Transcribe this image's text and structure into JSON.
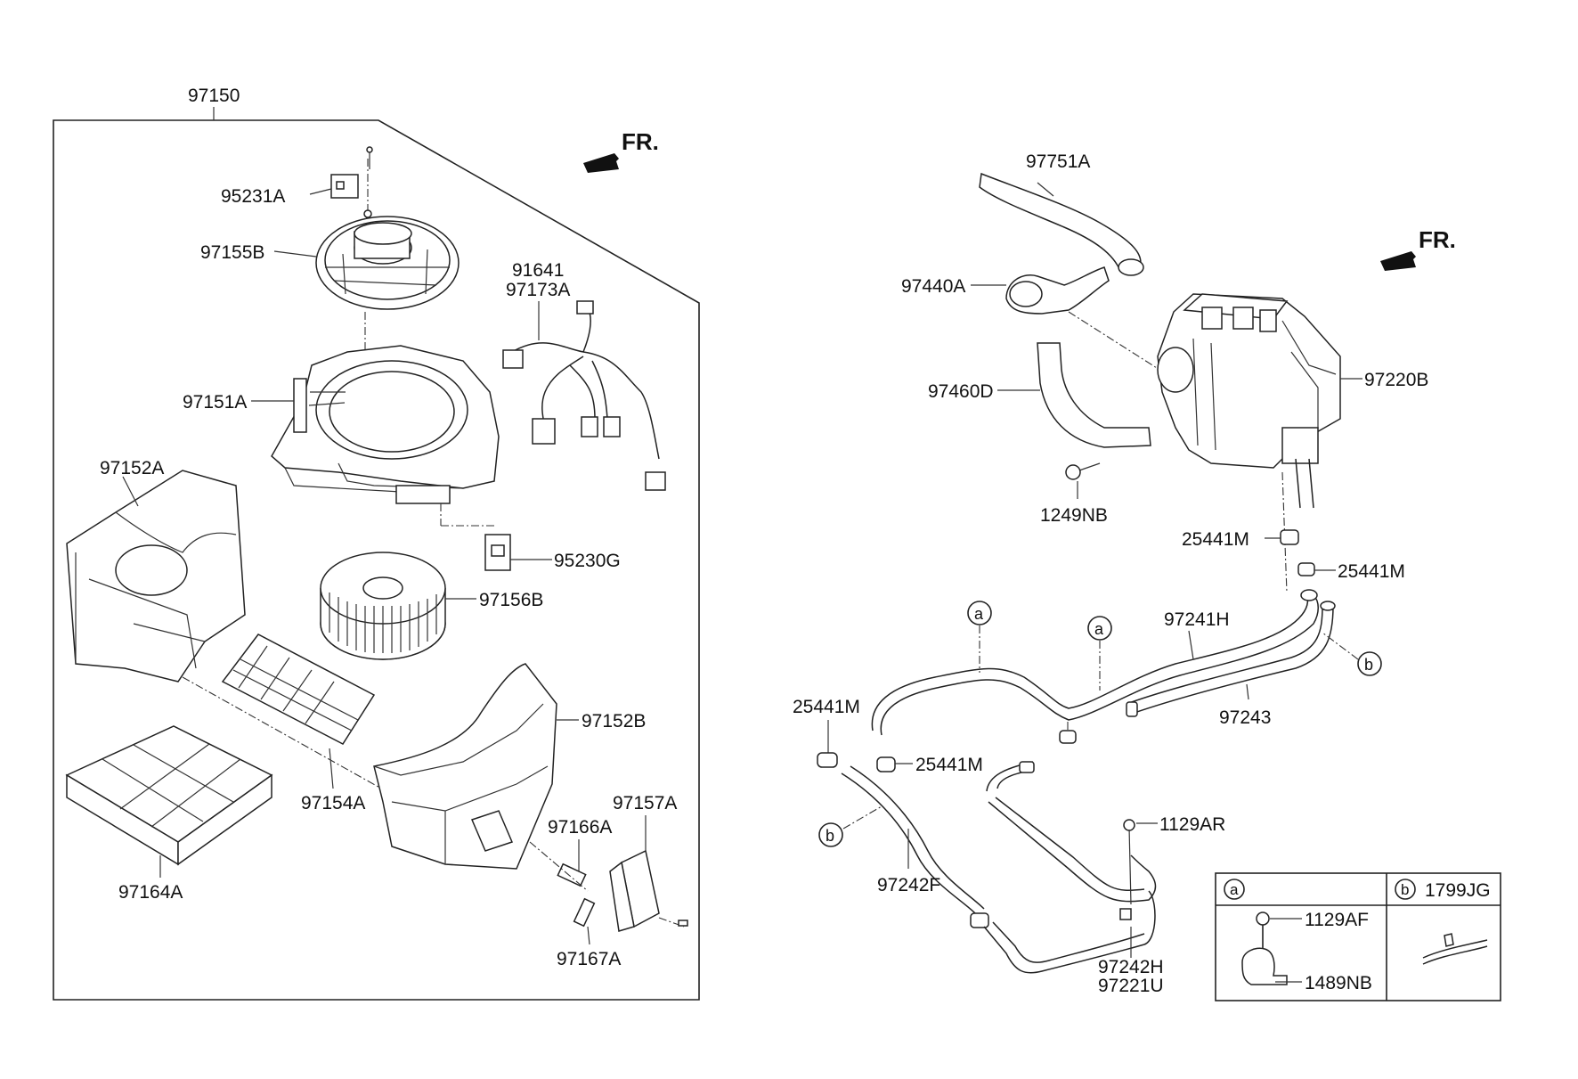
{
  "front_marker": "FR.",
  "assembly": {
    "main_label": "97150",
    "callouts": {
      "c95231A": "95231A",
      "c97155B": "97155B",
      "c91641": "91641",
      "c97173A": "97173A",
      "c97151A": "97151A",
      "c97152A": "97152A",
      "c95230G": "95230G",
      "c97156B": "97156B",
      "c97152B": "97152B",
      "c97154A": "97154A",
      "c97157A": "97157A",
      "c97166A": "97166A",
      "c97164A": "97164A",
      "c97167A": "97167A"
    }
  },
  "hvac": {
    "callouts": {
      "c97751A": "97751A",
      "c97440A": "97440A",
      "c97460D": "97460D",
      "c97220B": "97220B",
      "c1249NB": "1249NB",
      "c25441M_1": "25441M",
      "c25441M_2": "25441M",
      "c25441M_3": "25441M",
      "c25441M_4": "25441M",
      "c97241H": "97241H",
      "c97243": "97243",
      "c1129AR": "1129AR",
      "c97242F": "97242F",
      "c97242H": "97242H",
      "c97221U": "97221U"
    },
    "ref_markers": {
      "a1": "a",
      "a2": "a",
      "b1": "b",
      "b2": "b"
    }
  },
  "legend": {
    "a_marker": "a",
    "b_marker": "b",
    "b_part": "1799JG",
    "a_part_1": "1129AF",
    "a_part_2": "1489NB"
  }
}
